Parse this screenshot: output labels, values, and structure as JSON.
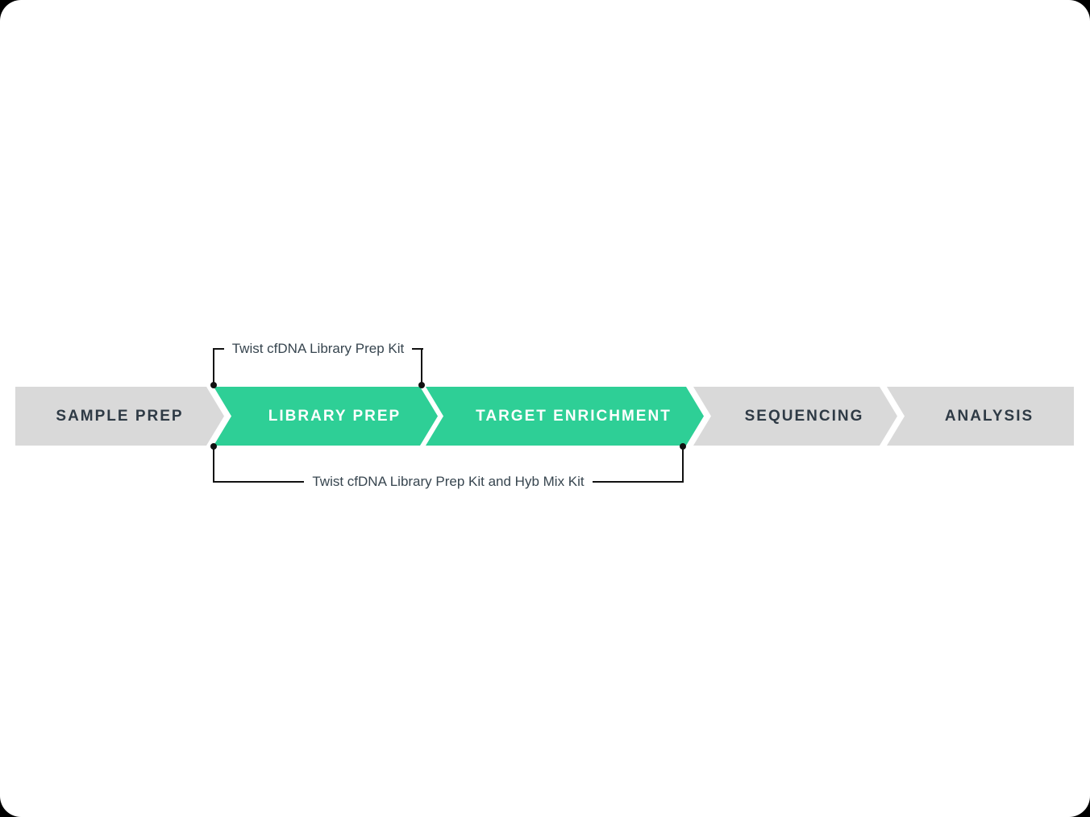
{
  "workflow": {
    "steps": [
      {
        "label": "SAMPLE PREP",
        "highlighted": false
      },
      {
        "label": "LIBRARY PREP",
        "highlighted": true
      },
      {
        "label": "TARGET ENRICHMENT",
        "highlighted": true
      },
      {
        "label": "SEQUENCING",
        "highlighted": false
      },
      {
        "label": "ANALYSIS",
        "highlighted": false
      }
    ]
  },
  "annotations": {
    "top": {
      "label": "Twist cfDNA Library Prep Kit",
      "spans": [
        "LIBRARY PREP"
      ]
    },
    "bottom": {
      "label": "Twist cfDNA Library Prep Kit and Hyb Mix Kit",
      "spans": [
        "LIBRARY PREP",
        "TARGET ENRICHMENT"
      ]
    }
  },
  "colors": {
    "highlight_green": "#2ECF96",
    "step_gray": "#D9D9D9",
    "step_text_dark": "#2E3A45",
    "step_text_light": "#FFFFFF",
    "annotation_text": "#37454F",
    "bracket_line": "#111111",
    "canvas_background": "#FFFFFF"
  }
}
